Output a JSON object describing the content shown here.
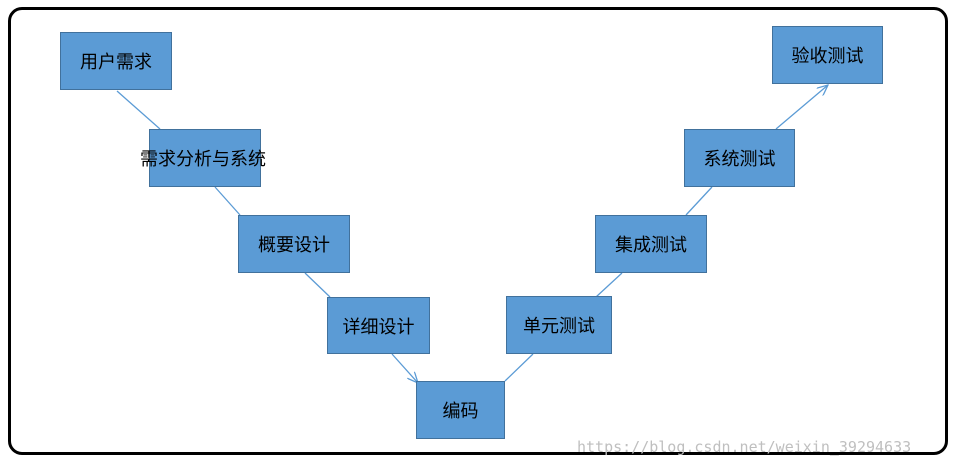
{
  "diagram": {
    "nodes": [
      {
        "id": "user-requirements",
        "label": "用户需求"
      },
      {
        "id": "requirements-analysis",
        "label": "需求分析与系统"
      },
      {
        "id": "high-level-design",
        "label": "概要设计"
      },
      {
        "id": "detailed-design",
        "label": "详细设计"
      },
      {
        "id": "coding",
        "label": "编码"
      },
      {
        "id": "unit-testing",
        "label": "单元测试"
      },
      {
        "id": "integration-testing",
        "label": "集成测试"
      },
      {
        "id": "system-testing",
        "label": "系统测试"
      },
      {
        "id": "acceptance-testing",
        "label": "验收测试"
      }
    ],
    "edges": [
      {
        "from": "user-requirements",
        "to": "requirements-analysis",
        "arrow": false
      },
      {
        "from": "requirements-analysis",
        "to": "high-level-design",
        "arrow": false
      },
      {
        "from": "high-level-design",
        "to": "detailed-design",
        "arrow": false
      },
      {
        "from": "detailed-design",
        "to": "coding",
        "arrow": true
      },
      {
        "from": "coding",
        "to": "unit-testing",
        "arrow": false
      },
      {
        "from": "unit-testing",
        "to": "integration-testing",
        "arrow": false
      },
      {
        "from": "integration-testing",
        "to": "system-testing",
        "arrow": false
      },
      {
        "from": "system-testing",
        "to": "acceptance-testing",
        "arrow": true
      }
    ],
    "colors": {
      "box_fill": "#5b9bd5",
      "box_border": "#41719c",
      "line": "#5b9bd5"
    }
  },
  "watermark": "https://blog.csdn.net/weixin_39294633"
}
